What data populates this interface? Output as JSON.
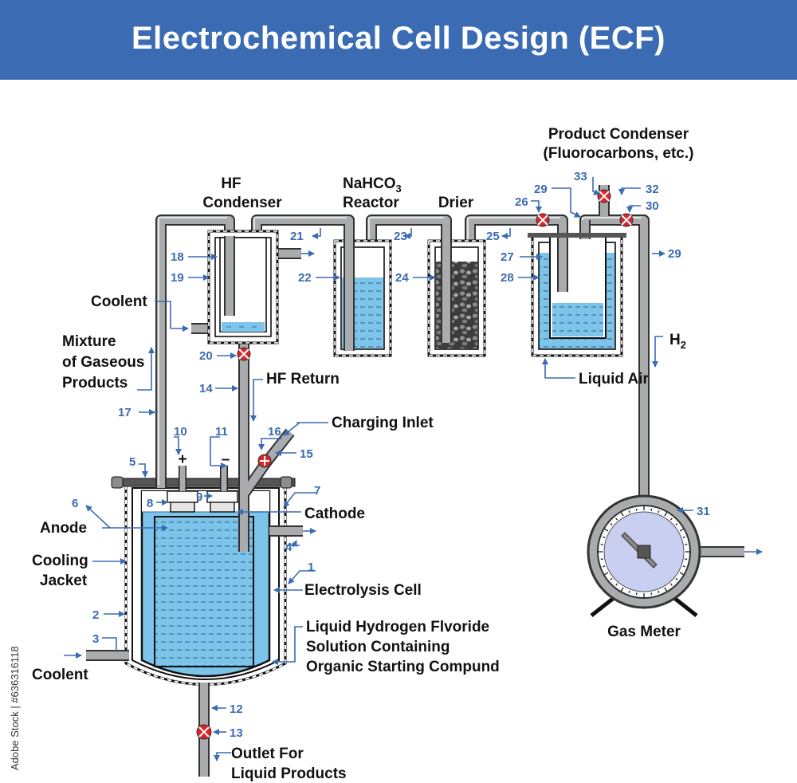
{
  "title": "Electrochemical Cell Design (ECF)",
  "side_text": "Adobe Stock | #636316118",
  "labels": {
    "hf_condenser_1": "HF",
    "hf_condenser_2": "Condenser",
    "nahco3_1": "NaHCO",
    "nahco3_sub": "3",
    "nahco3_2": "Reactor",
    "drier": "Drier",
    "product_condenser_1": "Product Condenser",
    "product_condenser_2": "(Fluorocarbons, etc.)",
    "coolent_top": "Coolent",
    "mixture_1": "Mixture",
    "mixture_2": "of Gaseous",
    "mixture_3": "Products",
    "hf_return": "HF Return",
    "charging_inlet": "Charging Inlet",
    "anode": "Anode",
    "cooling_1": "Cooling",
    "cooling_2": "Jacket",
    "coolent_bottom": "Coolent",
    "cathode": "Cathode",
    "electrolysis_cell": "Electrolysis Cell",
    "solution_1": "Liquid Hydrogen Flvoride",
    "solution_2": "Solution Containing",
    "solution_3": "Organic Starting Compund",
    "outlet_1": "Outlet For",
    "outlet_2": "Liquid Products",
    "liquid_air": "Liquid Air",
    "h2": "H",
    "h2_sub": "2",
    "gas_meter": "Gas Meter",
    "plus": "+",
    "minus": "–"
  },
  "numbers": {
    "n1": "1",
    "n2": "2",
    "n3": "3",
    "n4": "4",
    "n5": "5",
    "n6": "6",
    "n7": "7",
    "n8": "8",
    "n9": "9",
    "n10": "10",
    "n11": "11",
    "n12": "12",
    "n13": "13",
    "n14": "14",
    "n15": "15",
    "n16": "16",
    "n17": "17",
    "n18": "18",
    "n19": "19",
    "n20": "20",
    "n21": "21",
    "n22": "22",
    "n23": "23",
    "n24": "24",
    "n25": "25",
    "n26": "26",
    "n27": "27",
    "n28": "28",
    "n29a": "29",
    "n29b": "29",
    "n30": "30",
    "n31": "31",
    "n32": "32",
    "n33": "33"
  },
  "colors": {
    "banner": "#3a6bb3",
    "liquid": "#7cc4ea",
    "pipe": "#a9abad",
    "valve": "#d9252a",
    "label_number": "#3a6bb3"
  }
}
